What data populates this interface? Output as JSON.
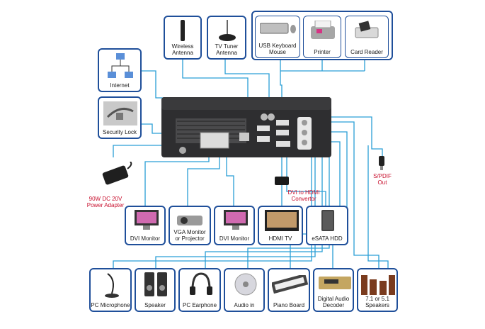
{
  "top_devices": {
    "wireless_antenna": "Wireless\nAntenna",
    "tv_tuner_antenna": "TV Tuner\nAntenna",
    "usb_keyboard_mouse": "USB Keyboard\nMouse",
    "printer": "Printer",
    "card_reader": "Card Reader"
  },
  "left_devices": {
    "internet": "Internet",
    "security_lock": "Security Lock",
    "power_adapter": "90W DC 20V\nPower Adapter"
  },
  "right_labels": {
    "spdif_out": "S/PDIF\nOut",
    "dvi_to_hdmi": "DVI to HDMI\nConvertor"
  },
  "display_devices": [
    "DVI Monitor",
    "VGA Monitor\nor Projector",
    "DVI Monitor",
    "HDMI TV",
    "eSATA  HDD"
  ],
  "audio_devices": [
    "PC Microphone",
    "Speaker",
    "PC Earphone",
    "Audio in",
    "Piano Board",
    "Digital Audio\nDecoder",
    "7.1 or 5.1\nSpeakers"
  ],
  "colors": {
    "box_border": "#1f4f9a",
    "wire": "#2a9fd6",
    "accent_red": "#c8102e"
  }
}
